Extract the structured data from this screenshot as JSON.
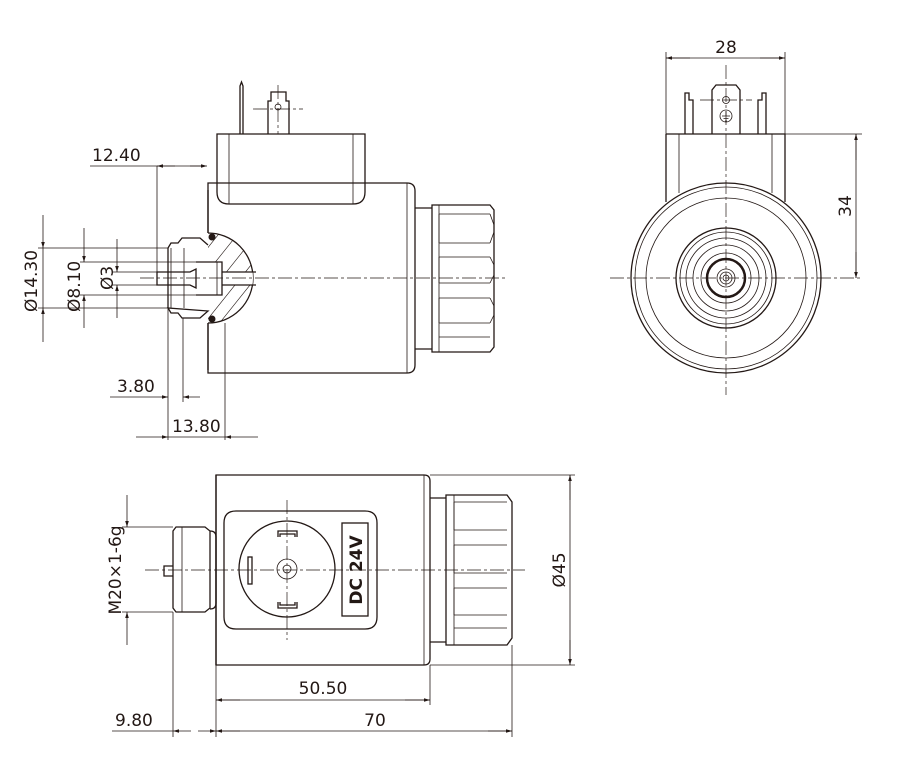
{
  "dimensions": {
    "front_view": {
      "d1": "12.40",
      "d2": "Ø14.30",
      "d3": "Ø8.10",
      "d4": "Ø3",
      "d5": "3.80",
      "d6": "13.80"
    },
    "side_view": {
      "width": "28",
      "height": "34"
    },
    "top_view": {
      "thread": "M20×1-6g",
      "diameter": "Ø45",
      "body_length": "50.50",
      "total_length": "70",
      "thread_length": "9.80"
    }
  },
  "label": "DC 24V",
  "colors": {
    "line": "#231815",
    "background": "#ffffff"
  }
}
